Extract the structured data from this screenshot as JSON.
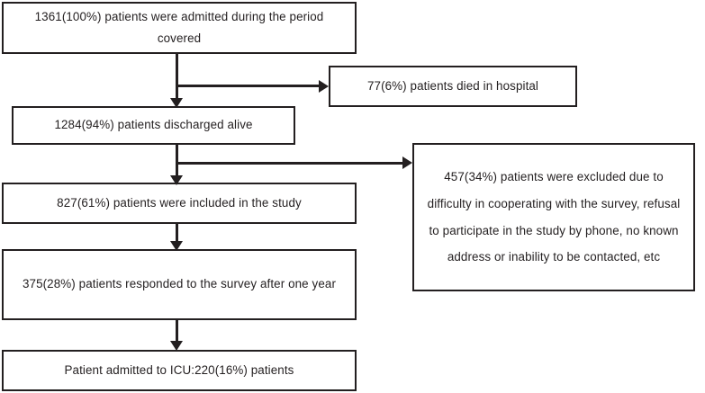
{
  "diagram": {
    "type": "flowchart",
    "title": "Patient admission, discharge, inclusion and follow-up flow",
    "orientation": "top-to-bottom with right-side exclusion branches",
    "line_color": "#231f20",
    "background_color": "#ffffff",
    "nodes": [
      {
        "id": "admitted",
        "label": "1361(100%) patients were admitted during the period covered",
        "count": 1361,
        "percent": "100%"
      },
      {
        "id": "died",
        "label": "77(6%) patients died in hospital",
        "count": 77,
        "percent": "6%"
      },
      {
        "id": "discharged",
        "label": "1284(94%) patients discharged alive",
        "count": 1284,
        "percent": "94%"
      },
      {
        "id": "excluded",
        "label": "457(34%) patients were excluded due to difficulty in cooperating with the survey, refusal to participate in the study by phone, no known address or inability to be contacted, etc",
        "count": 457,
        "percent": "34%"
      },
      {
        "id": "included",
        "label": "827(61%) patients were included in the study",
        "count": 827,
        "percent": "61%"
      },
      {
        "id": "responded",
        "label": "375(28%) patients responded to the survey after one year",
        "count": 375,
        "percent": "28%"
      },
      {
        "id": "icu",
        "label": "Patient admitted to ICU:220(16%) patients",
        "count": 220,
        "percent": "16%"
      }
    ],
    "edges": [
      {
        "from": "admitted",
        "to": "died",
        "marker": "arrow-right"
      },
      {
        "from": "admitted",
        "to": "discharged",
        "marker": "arrow-down"
      },
      {
        "from": "discharged",
        "to": "excluded",
        "marker": "arrow-right"
      },
      {
        "from": "discharged",
        "to": "included",
        "marker": "arrow-down"
      },
      {
        "from": "included",
        "to": "responded",
        "marker": "arrow-down"
      },
      {
        "from": "responded",
        "to": "icu",
        "marker": "arrow-down"
      }
    ]
  }
}
